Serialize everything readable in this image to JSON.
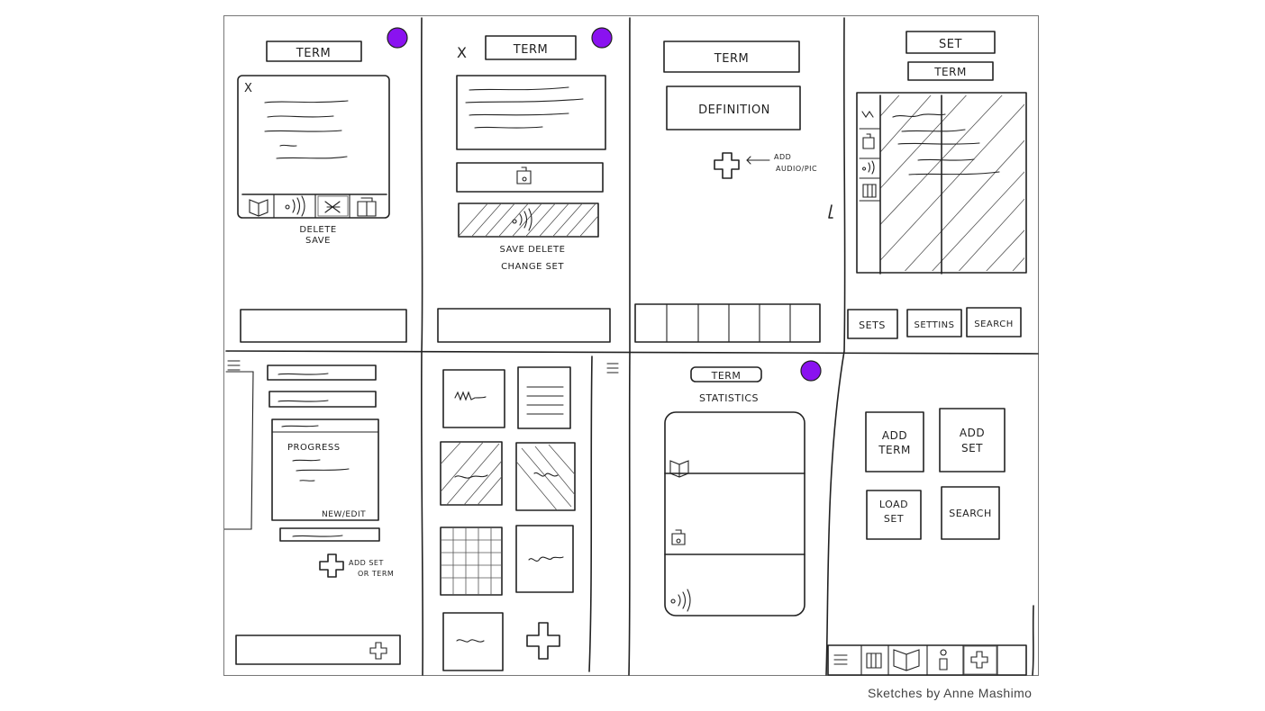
{
  "caption": "Sketches by Anne Mashimo",
  "accent_color": "#8a12f0",
  "panels": {
    "p1": {
      "title": "TERM",
      "close": "X",
      "actions": [
        "DELETE",
        "SAVE"
      ],
      "icons": [
        "book-icon",
        "audio-icon",
        "camera-icon",
        "cards-icon"
      ]
    },
    "p2": {
      "title": "TERM",
      "close": "X",
      "actions": [
        "SAVE DELETE",
        "CHANGE SET"
      ]
    },
    "p3": {
      "term": "TERM",
      "definition": "DEFINITION",
      "add_note": [
        "ADD",
        "AUDIO/PIC"
      ]
    },
    "p4": {
      "set": "SET",
      "term": "TERM",
      "nav": [
        "SETS",
        "SETTINS",
        "SEARCH"
      ]
    },
    "p5": {
      "progress": "PROGRESS",
      "new_edit": "NEW/EDIT",
      "add_note": [
        "ADD SET",
        "OR TERM"
      ]
    },
    "p7": {
      "title": "TERM",
      "subtitle": "STATISTICS"
    },
    "p8": {
      "buttons": [
        [
          "ADD",
          "TERM"
        ],
        [
          "ADD",
          "SET"
        ],
        [
          "LOAD",
          "SET"
        ],
        [
          "SEARCH"
        ]
      ]
    }
  }
}
